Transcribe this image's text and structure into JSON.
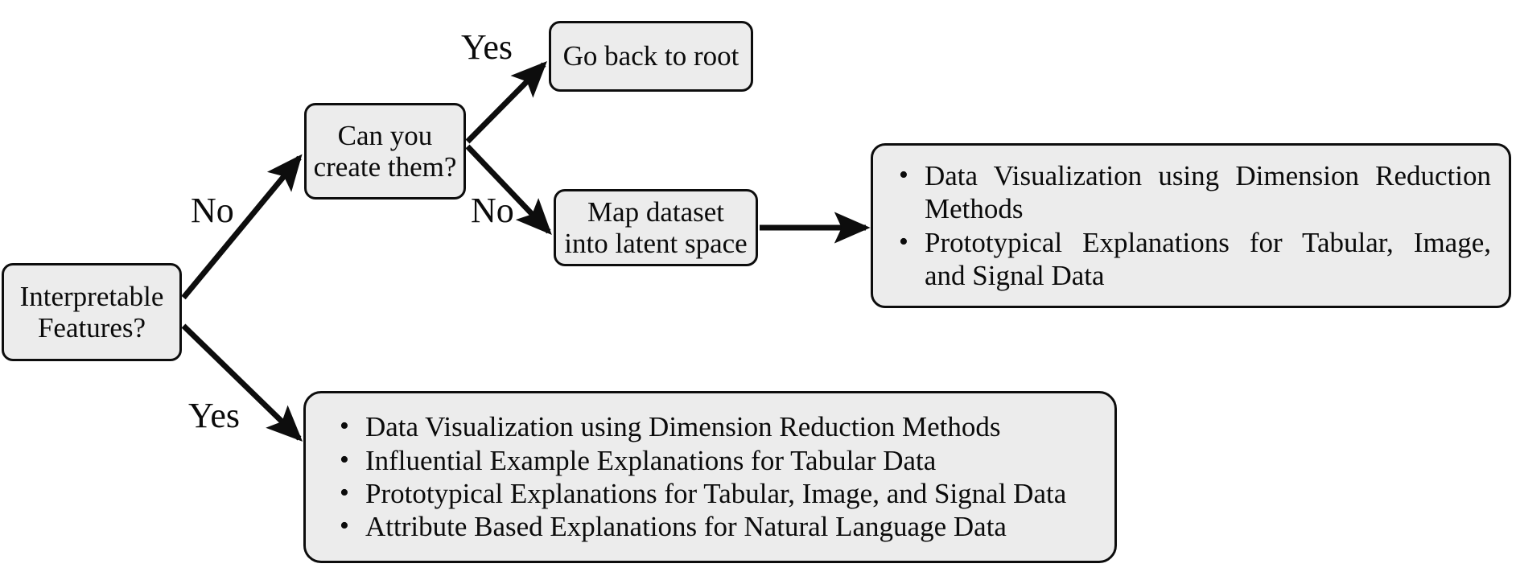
{
  "diagram": {
    "title": "Interpretable Features decision flow",
    "style": {
      "node_fill": "#ececec",
      "node_border": "#0d0d0d",
      "edge_color": "#0d0d0d",
      "text_color": "#0b0b0b",
      "background": "#ffffff"
    },
    "nodes": {
      "root": {
        "id": "interpretable-features",
        "lines": [
          "Interpretable",
          "Features?"
        ]
      },
      "create": {
        "id": "can-you-create-them",
        "lines": [
          "Can you",
          "create them?"
        ]
      },
      "go_back": {
        "id": "go-back-to-root",
        "lines": [
          "Go back to root"
        ]
      },
      "map_latent": {
        "id": "map-dataset-into-latent-space",
        "lines": [
          "Map dataset",
          "into latent space"
        ]
      },
      "latent_outcomes": {
        "id": "latent-space-outcomes",
        "items": [
          {
            "line1": "Data Visualization using Dimension Reduction",
            "line2": "Methods"
          },
          {
            "line1": "Prototypical Explanations for Tabular, Image,",
            "line2": "and Signal Data"
          }
        ]
      },
      "interpretable_outcomes": {
        "id": "interpretable-features-outcomes",
        "items": [
          "Data Visualization using Dimension Reduction Methods",
          "Influential Example Explanations for Tabular Data",
          "Prototypical Explanations for Tabular, Image, and Signal Data",
          "Attribute Based Explanations for Natural Language Data"
        ]
      }
    },
    "edge_labels": {
      "root_to_create": "No",
      "root_to_outcomes": "Yes",
      "create_to_goback": "Yes",
      "create_to_map": "No"
    }
  }
}
